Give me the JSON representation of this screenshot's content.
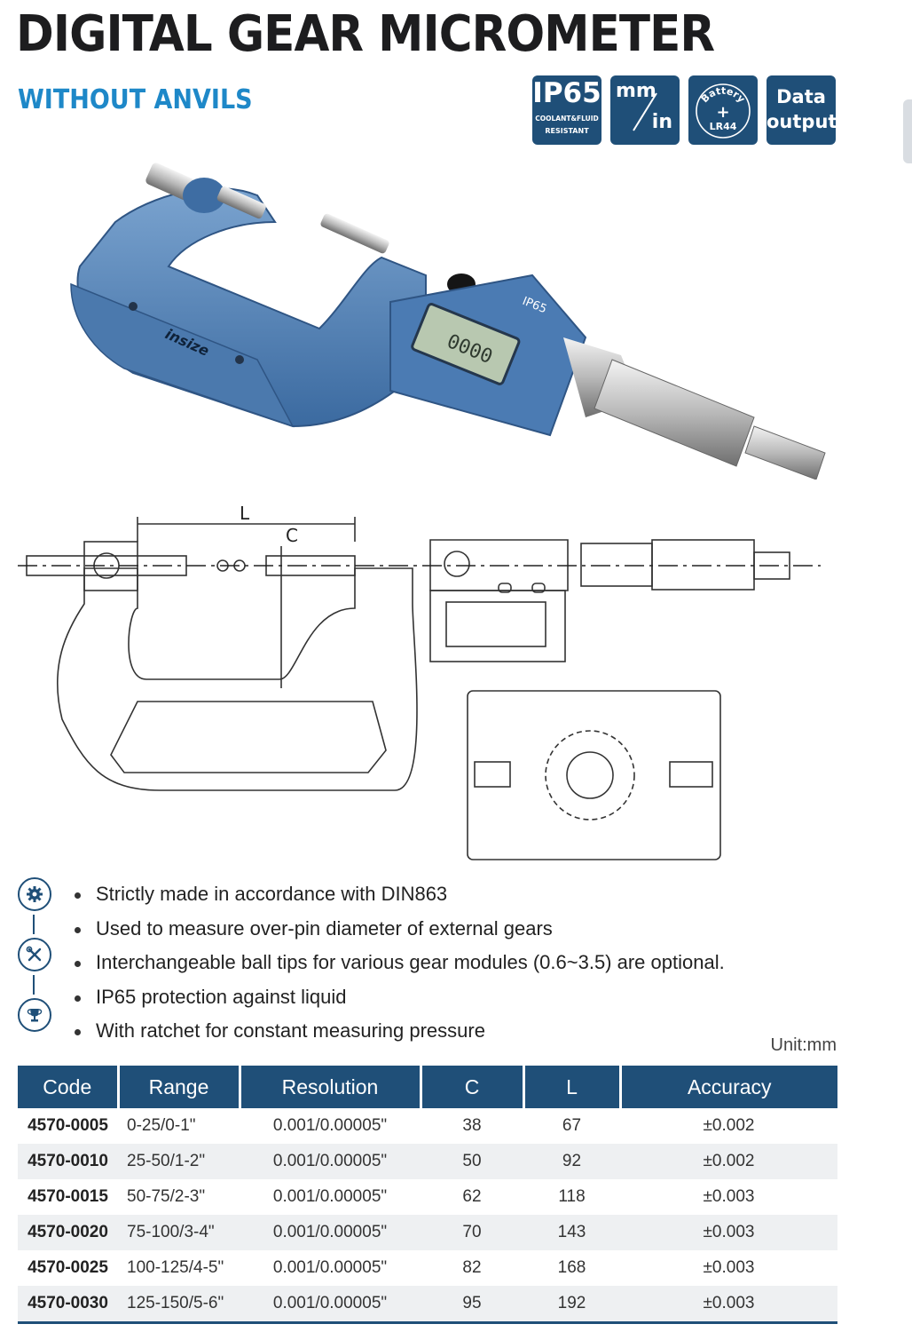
{
  "header": {
    "title": "DIGITAL GEAR MICROMETER",
    "subtitle": "WITHOUT ANVILS"
  },
  "badges": {
    "ip": {
      "main": "IP65",
      "line1": "COOLANT&FLUID",
      "line2": "RESISTANT"
    },
    "units": {
      "top": "mm",
      "bottom": "in"
    },
    "battery": {
      "arc": "Battery",
      "plus": "+",
      "model": "LR44"
    },
    "data": {
      "line1": "Data",
      "line2": "output"
    }
  },
  "photo": {
    "brand": "insize",
    "ip_label": "IP65",
    "display": "0000"
  },
  "drawing": {
    "label_l": "L",
    "label_c": "C"
  },
  "features": [
    "Strictly made in accordance with DIN863",
    "Used to measure over-pin diameter of external gears",
    "Interchangeable ball tips for various gear modules (0.6~3.5) are optional.",
    "IP65 protection against liquid",
    "With ratchet for constant measuring pressure"
  ],
  "side_icons": [
    "gear-icon",
    "tools-icon",
    "trophy-icon"
  ],
  "unit": "Unit:mm",
  "table": {
    "headers": [
      "Code",
      "Range",
      "Resolution",
      "C",
      "L",
      "Accuracy"
    ],
    "rows": [
      [
        "4570-0005",
        "0-25/0-1\"",
        "0.001/0.00005\"",
        "38",
        "67",
        "±0.002"
      ],
      [
        "4570-0010",
        "25-50/1-2\"",
        "0.001/0.00005\"",
        "50",
        "92",
        "±0.002"
      ],
      [
        "4570-0015",
        "50-75/2-3\"",
        "0.001/0.00005\"",
        "62",
        "118",
        "±0.003"
      ],
      [
        "4570-0020",
        "75-100/3-4\"",
        "0.001/0.00005\"",
        "70",
        "143",
        "±0.003"
      ],
      [
        "4570-0025",
        "100-125/4-5\"",
        "0.001/0.00005\"",
        "82",
        "168",
        "±0.003"
      ],
      [
        "4570-0030",
        "125-150/5-6\"",
        "0.001/0.00005\"",
        "95",
        "192",
        "±0.003"
      ]
    ]
  },
  "colors": {
    "brand_navy": "#1f4f78",
    "accent_blue": "#1e88c8",
    "frame_blue": "#4f7fb3"
  }
}
